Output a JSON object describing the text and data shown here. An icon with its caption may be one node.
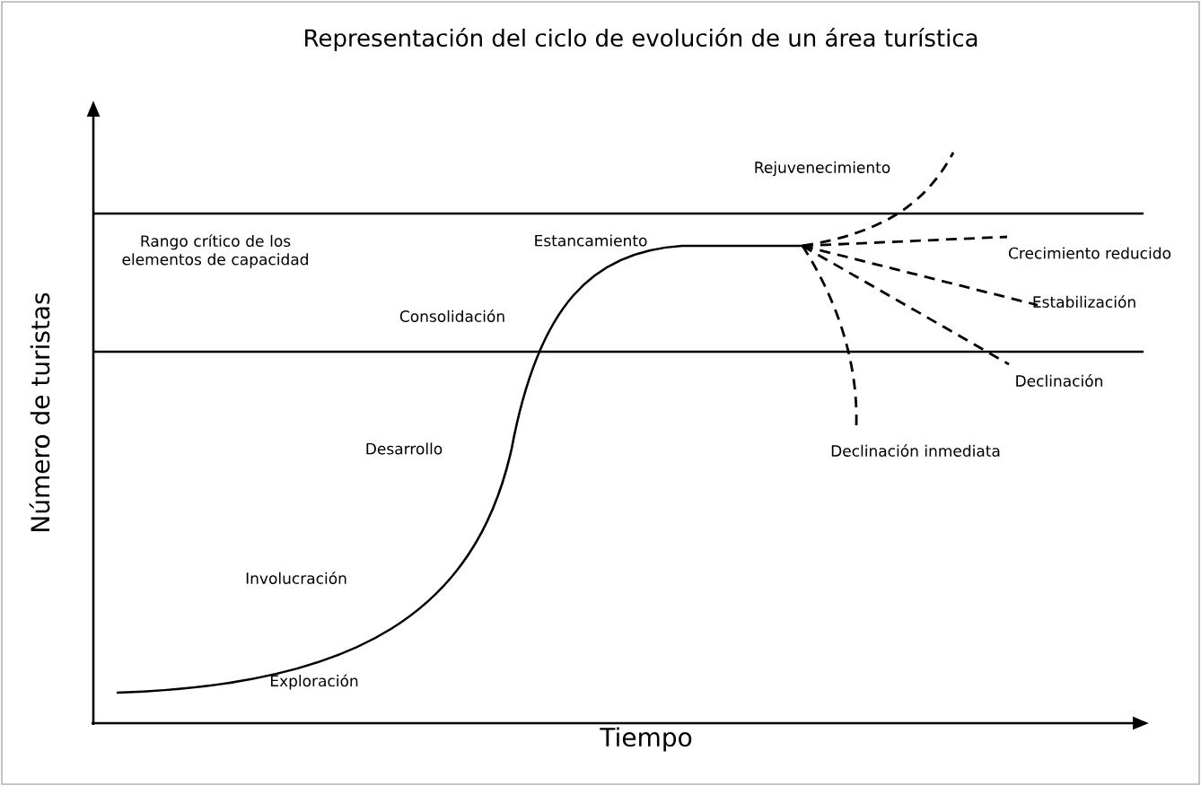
{
  "diagram": {
    "title": "Representación del ciclo de evolución de un área turística",
    "labels": [
      "Rejuvenecimiento",
      "Rango crítico de los elementos de capacidad",
      "Estancamiento",
      "Crecimiento reducido",
      "Estabilización",
      "Consolidación",
      "Declinación",
      "Desarrollo",
      "Declinación inmediata",
      "Número de turistas",
      "Involucración",
      "Exploración",
      "Tiempo"
    ]
  }
}
